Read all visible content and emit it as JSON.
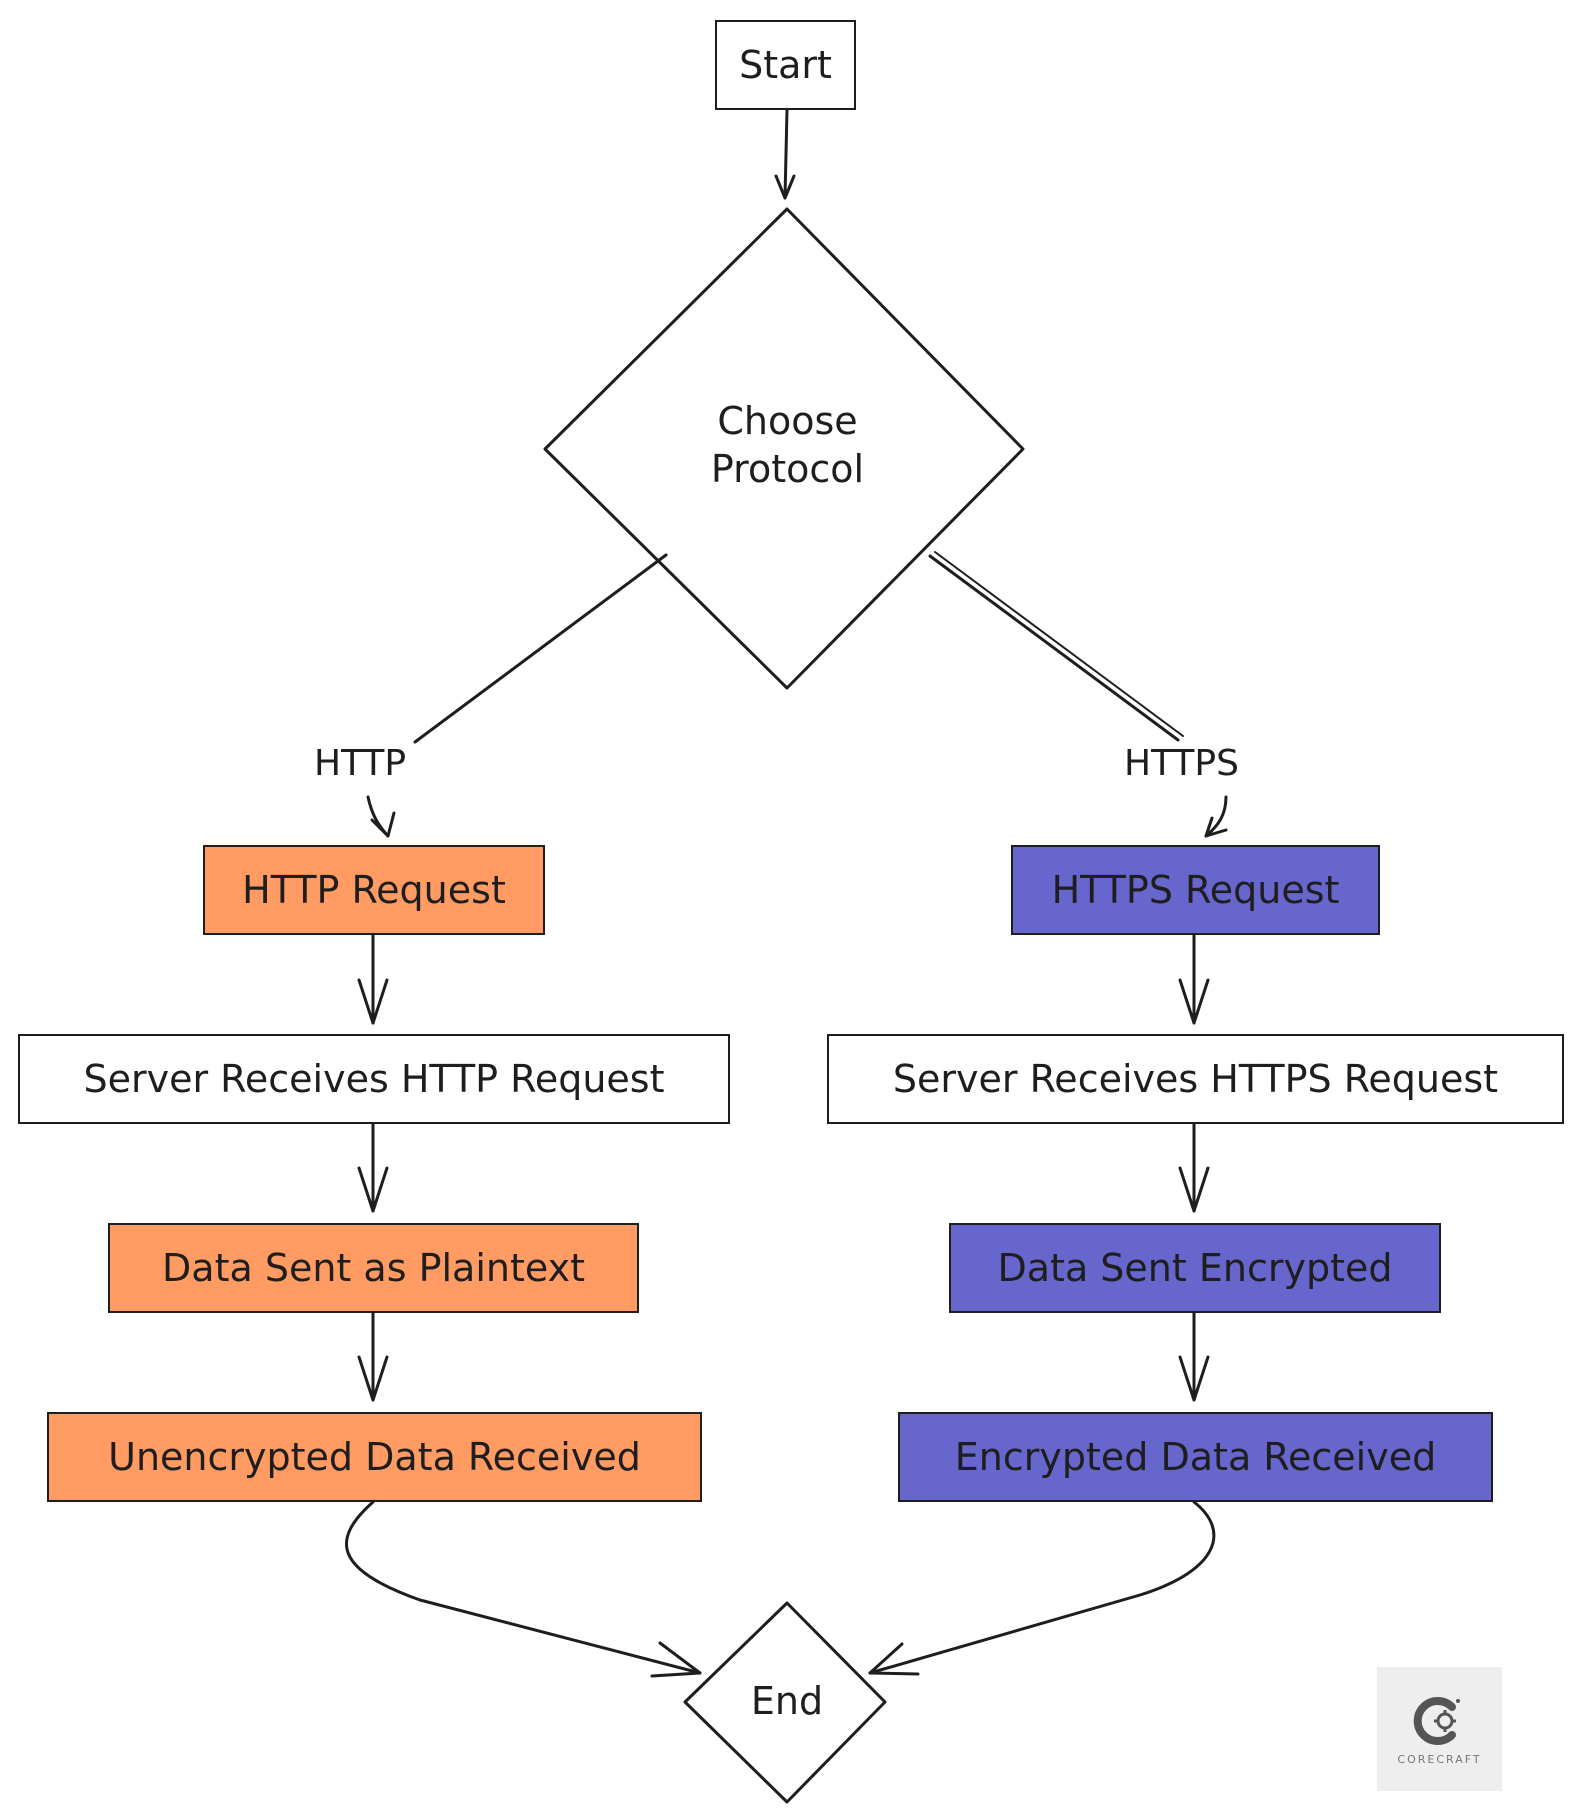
{
  "diagram": {
    "start": "Start",
    "decision": [
      "Choose",
      "Protocol"
    ],
    "end": "End",
    "branches": {
      "http_label": "HTTP",
      "https_label": "HTTPS"
    },
    "http_steps": [
      "HTTP Request",
      "Server Receives HTTP Request",
      "Data Sent as Plaintext",
      "Unencrypted Data Received"
    ],
    "https_steps": [
      "HTTPS Request",
      "Server Receives HTTPS Request",
      "Data Sent Encrypted",
      "Encrypted Data Received"
    ]
  },
  "colors": {
    "http_fill": "#ff9b63",
    "https_fill": "#6766cc",
    "stroke": "#1e1e1e"
  },
  "logo": {
    "text": "CORECRAFT",
    "icon": "gear-c-icon"
  }
}
